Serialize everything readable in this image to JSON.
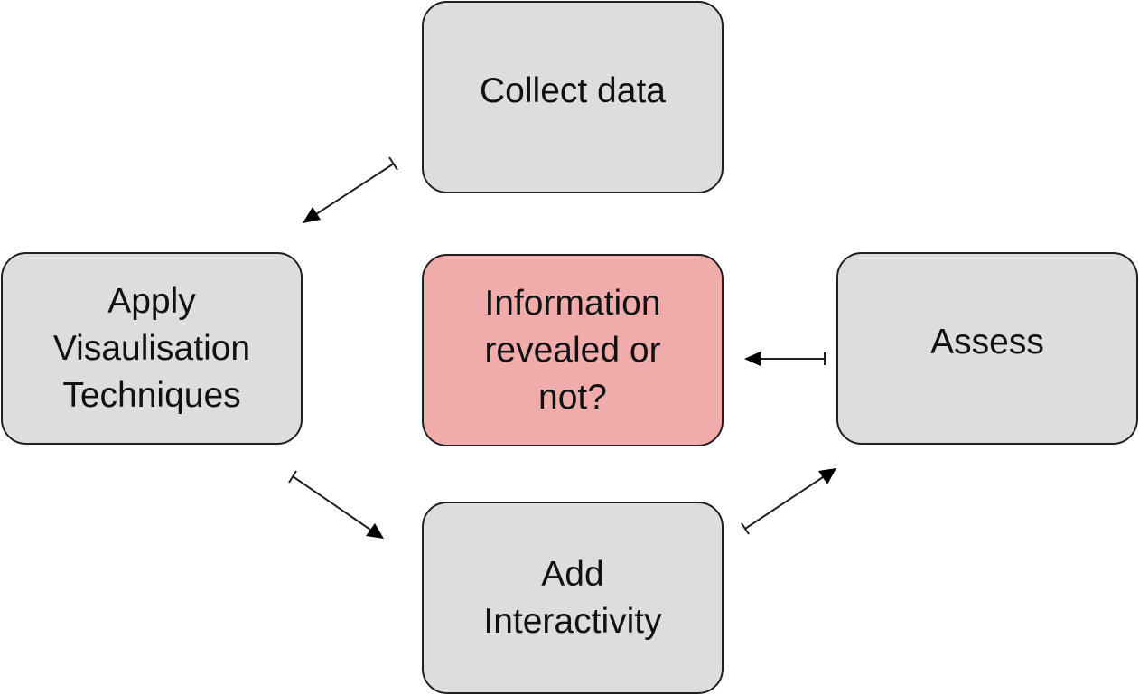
{
  "diagram": {
    "nodes": {
      "collect": {
        "lines": [
          "Collect data"
        ]
      },
      "apply": {
        "lines": [
          "Apply",
          "Visaulisation",
          "Techniques"
        ]
      },
      "center": {
        "lines": [
          "Information",
          "revealed or",
          "not?"
        ]
      },
      "assess": {
        "lines": [
          "Assess"
        ]
      },
      "interactivity": {
        "lines": [
          "Add",
          "Interactivity"
        ]
      }
    },
    "edges": [
      {
        "from": "collect",
        "to": "apply"
      },
      {
        "from": "apply",
        "to": "interactivity"
      },
      {
        "from": "interactivity",
        "to": "assess"
      },
      {
        "from": "assess",
        "to": "center"
      }
    ],
    "colors": {
      "box_fill": "#dcdddf",
      "highlight_fill": "#f0abab",
      "stroke": "#231f20"
    }
  }
}
